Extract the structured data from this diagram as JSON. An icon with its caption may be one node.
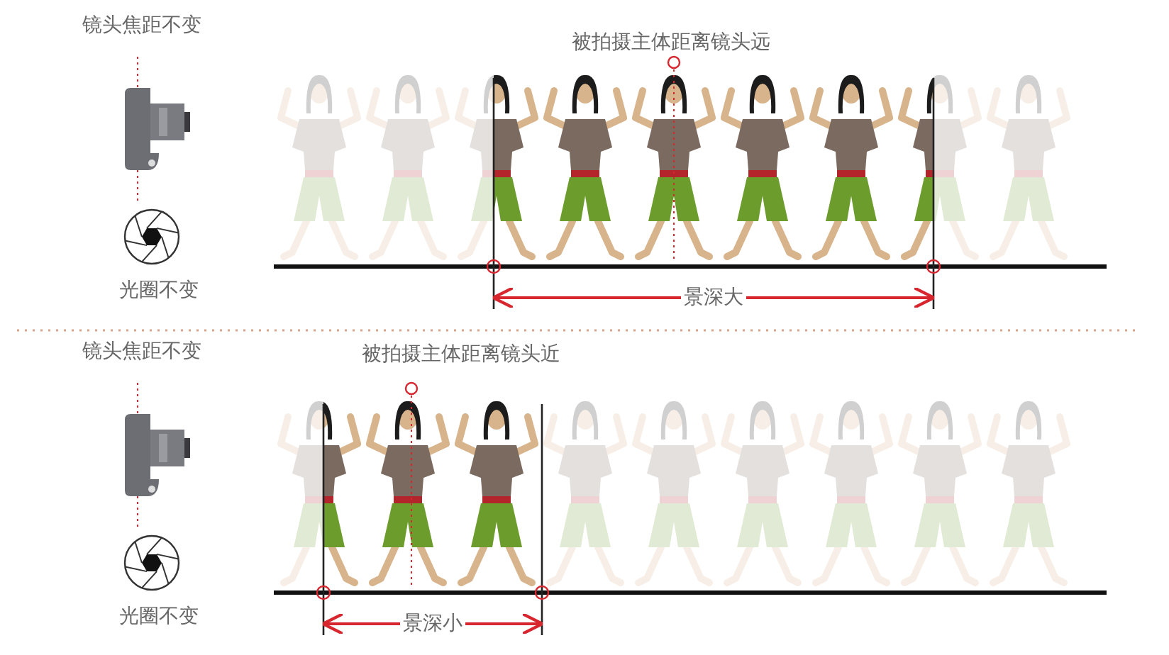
{
  "diagram": {
    "labels": [
      "镜头焦距不变",
      "被拍摄主体距离镜头远",
      "光圈不变",
      "景深大",
      "镜头焦距不变",
      "被拍摄主体距离镜头近",
      "光圈不变",
      "景深小"
    ]
  }
}
